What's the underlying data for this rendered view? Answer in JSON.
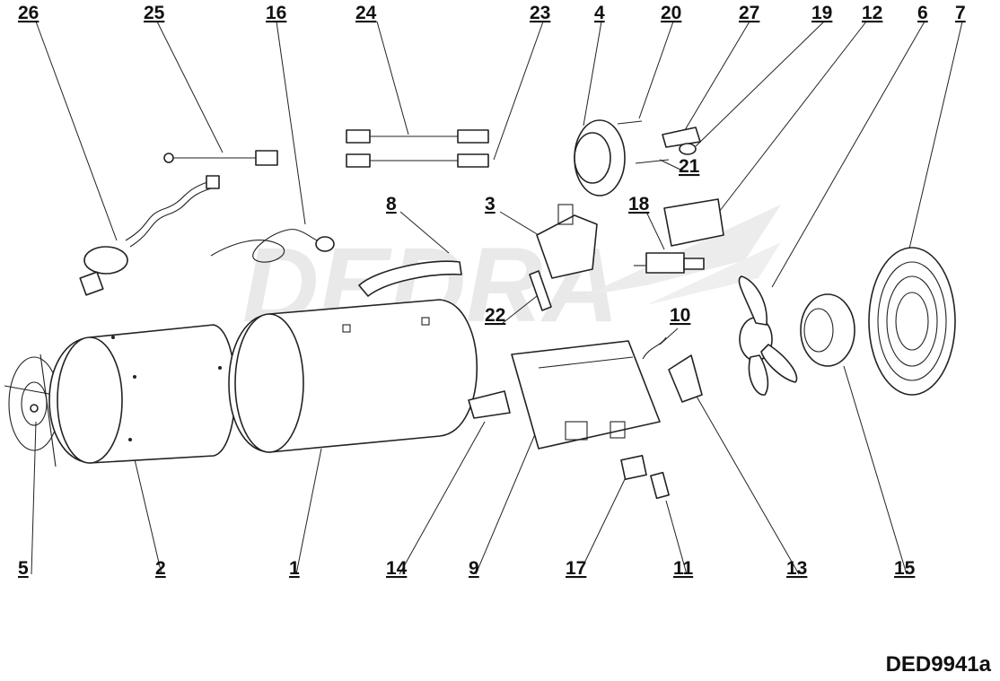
{
  "watermark": "DEDRA",
  "drawing_code": "DED9941a",
  "callouts": {
    "p1": "1",
    "p2": "2",
    "p3": "3",
    "p4": "4",
    "p5": "5",
    "p6": "6",
    "p7": "7",
    "p8": "8",
    "p9": "9",
    "p10": "10",
    "p11": "11",
    "p12": "12",
    "p13": "13",
    "p14": "14",
    "p15": "15",
    "p16": "16",
    "p17": "17",
    "p18": "18",
    "p19": "19",
    "p20": "20",
    "p21": "21",
    "p22": "22",
    "p23": "23",
    "p24": "24",
    "p25": "25",
    "p26": "26",
    "p27": "27"
  }
}
